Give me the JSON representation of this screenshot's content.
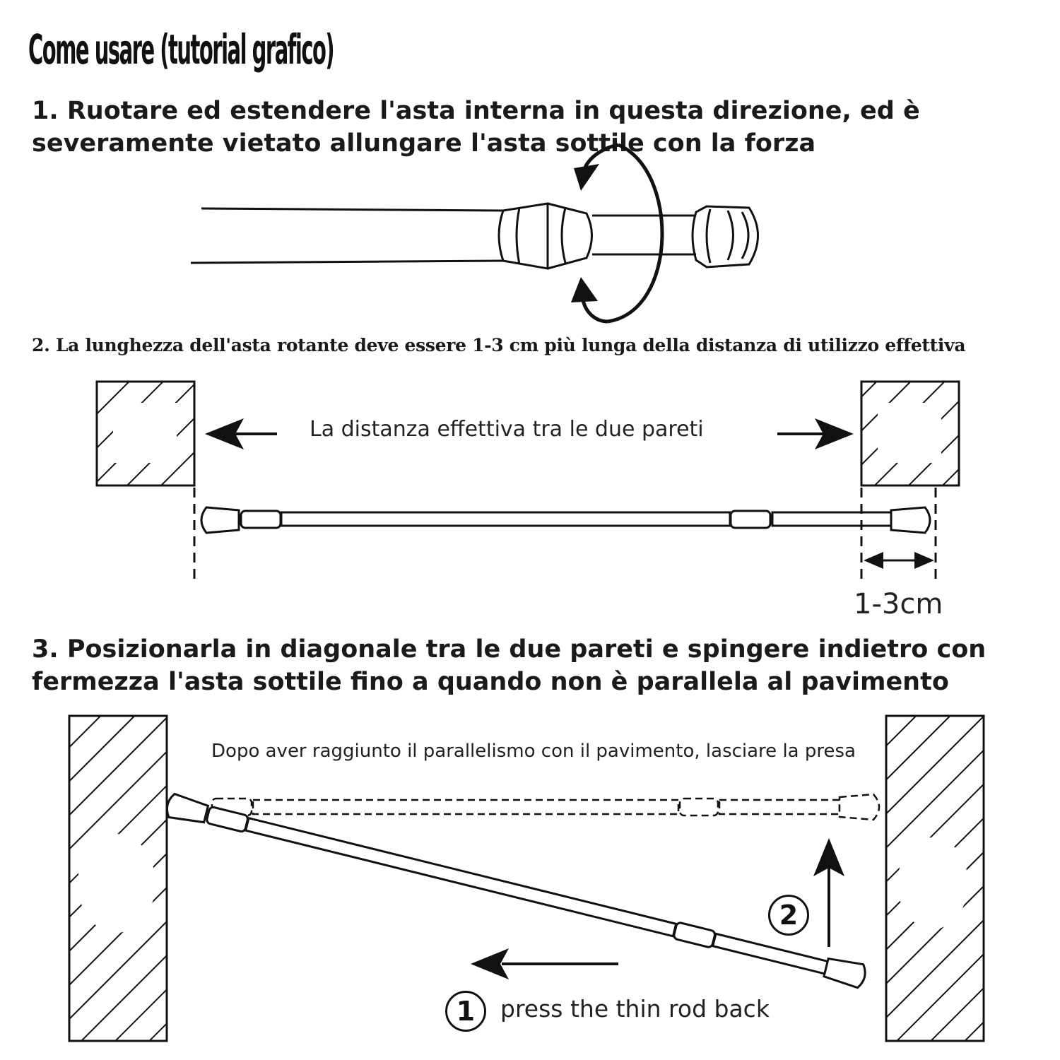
{
  "title": "Come usare (tutorial grafico)",
  "step1": {
    "text": "1. Ruotare ed estendere l'asta interna in questa direzione, ed è severamente vietato allungare l'asta sottile con la forza"
  },
  "step2": {
    "text": "2. La lunghezza dell'asta rotante deve essere 1-3 cm più lunga della distanza di utilizzo effettiva",
    "distance_label": "La distanza effettiva tra le due pareti",
    "extra_length_label": "1-3cm"
  },
  "step3": {
    "text": "3. Posizionarla in diagonale tra le due pareti e spingere indietro con fermezza l'asta sottile fino a quando non è parallela al pavimento",
    "release_note": "Dopo aver raggiunto il parallelismo con il pavimento, lasciare la presa",
    "marker_1": "1",
    "marker_2": "2",
    "push_label": "press the thin rod back"
  },
  "colors": {
    "line": "#111111",
    "background": "#ffffff"
  }
}
